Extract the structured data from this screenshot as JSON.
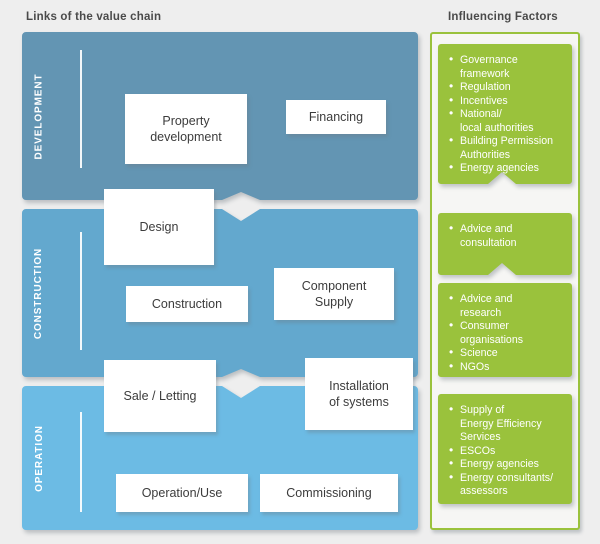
{
  "headings": {
    "left": "Links of the value chain",
    "right": "Influencing Factors"
  },
  "colors": {
    "background": "#eeeeee",
    "development": "#6395b3",
    "construction": "#63a8ce",
    "operation": "#6cbbe4",
    "green": "#9ac23c",
    "green_frame_fill": "#f6f6f4",
    "box_white": "#ffffff",
    "heading_text": "#4a4a4a",
    "box_text": "#3c3c3c"
  },
  "stages": [
    {
      "id": "development",
      "label": "DEVELOPMENT",
      "color": "#6395b3",
      "boxes": [
        {
          "id": "property-development",
          "label": "Property\ndevelopment"
        },
        {
          "id": "financing",
          "label": "Financing"
        },
        {
          "id": "design",
          "label": "Design"
        }
      ]
    },
    {
      "id": "construction",
      "label": "CONSTRUCTION",
      "color": "#63a8ce",
      "boxes": [
        {
          "id": "construction",
          "label": "Construction"
        },
        {
          "id": "component-supply",
          "label": "Component\nSupply"
        },
        {
          "id": "sale-letting",
          "label": "Sale / Letting"
        },
        {
          "id": "installation-of-systems",
          "label": "Installation\nof systems"
        }
      ]
    },
    {
      "id": "operation",
      "label": "OPERATION",
      "color": "#6cbbe4",
      "boxes": [
        {
          "id": "operation-use",
          "label": "Operation/Use"
        },
        {
          "id": "commissioning",
          "label": "Commissioning"
        }
      ]
    }
  ],
  "boxes": {
    "property_development": "Property\ndevelopment",
    "financing": "Financing",
    "design": "Design",
    "construction": "Construction",
    "component_supply": "Component\nSupply",
    "sale_letting": "Sale / Letting",
    "installation": "Installation\nof systems",
    "operation_use": "Operation/Use",
    "commissioning": "Commissioning"
  },
  "factor_cards": [
    {
      "id": "development-factors",
      "items": [
        "Governance\nframework",
        "Regulation",
        "Incentives",
        "National/\nlocal authorities",
        "Building Permission\nAuthorities",
        "Energy agencies"
      ]
    },
    {
      "id": "construction-factors",
      "items": [
        "Advice and\nconsultation"
      ]
    },
    {
      "id": "sale-factors",
      "items": [
        "Advice and\nresearch",
        "Consumer\norganisations",
        "Science",
        "NGOs"
      ]
    },
    {
      "id": "operation-factors",
      "items": [
        "Supply of\nEnergy Efficiency\nServices",
        "ESCOs",
        "Energy agencies",
        "Energy consultants/\nassessors"
      ]
    }
  ]
}
